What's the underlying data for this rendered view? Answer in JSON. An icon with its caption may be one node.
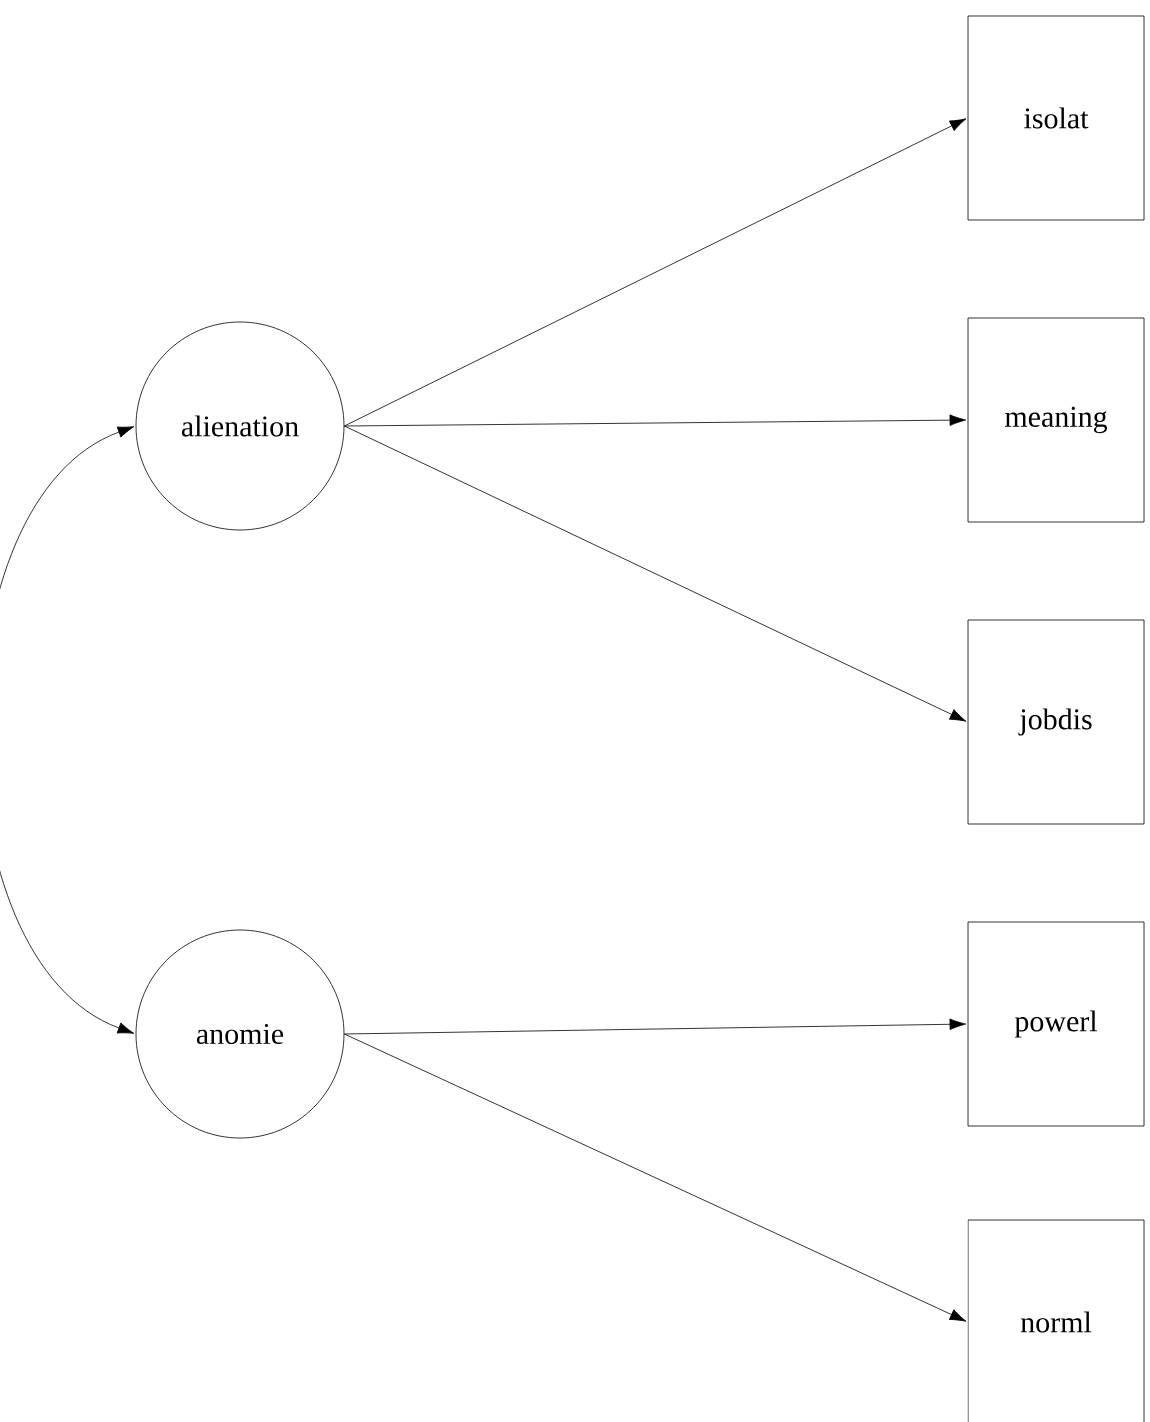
{
  "diagram": {
    "nodes": [
      {
        "text": [
          "alienation"
        ]
      },
      {
        "text": [
          "anomie"
        ]
      },
      {
        "text": [
          "isolat"
        ]
      },
      {
        "text": [
          "meaning"
        ]
      },
      {
        "text": [
          "jobdis"
        ]
      },
      {
        "text": [
          "powerl"
        ]
      },
      {
        "text": [
          "norml"
        ]
      }
    ],
    "edges": [
      {
        "from": 0,
        "to": 2,
        "arrow": "to"
      },
      {
        "from": 0,
        "to": 3,
        "arrow": "to"
      },
      {
        "from": 0,
        "to": 4,
        "arrow": "to"
      },
      {
        "from": 1,
        "to": 5,
        "arrow": "to"
      },
      {
        "from": 1,
        "to": 6,
        "arrow": "to"
      },
      {
        "from": 0,
        "to": 1,
        "arrow": "both"
      }
    ]
  }
}
